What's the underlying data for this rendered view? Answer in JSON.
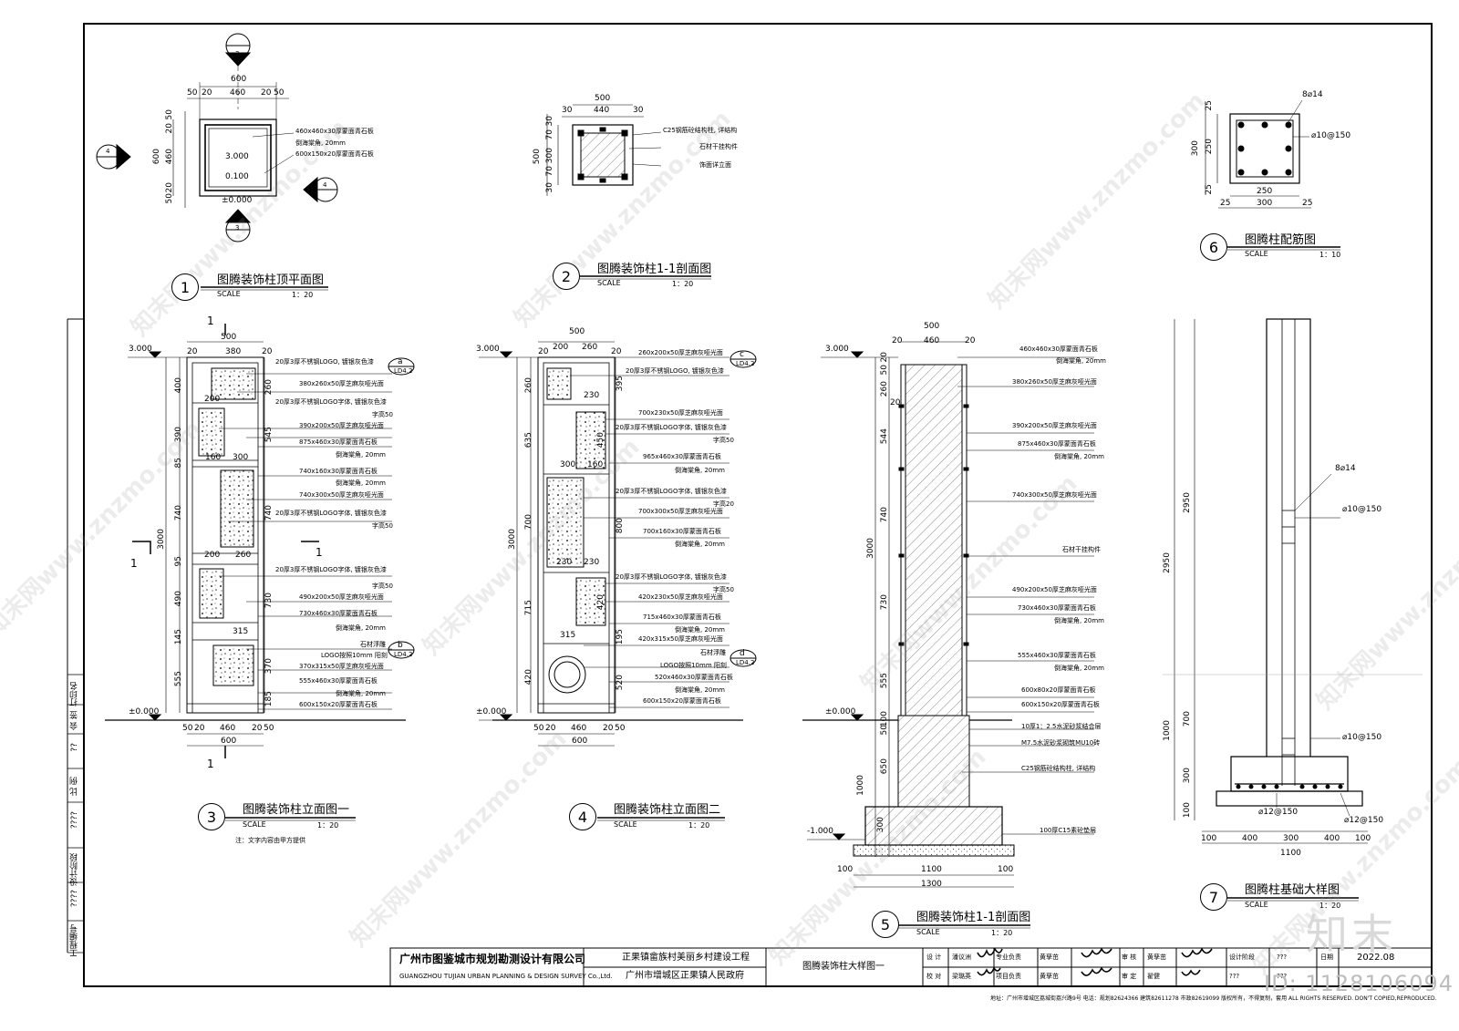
{
  "watermark": "知末网www.znzmo.com",
  "brand": {
    "logo": "知末",
    "id_label": "ID: 1128106094"
  },
  "footer_address": "地址：广州市增城区荔城街荔兴路9号 电话：规划82624366 建筑82611278 市政82619099 版权所有，不得复制，套用 ALL RIGHTS RESERVED. DON'T COPIED,REPRODUCED.",
  "title_block": {
    "company_cn": "广州市图鉴城市规划勘测设计有限公司",
    "company_en": "GUANGZHOU TUJIAN URBAN PLANNING & DESIGN SURVEY Co.,Ltd.",
    "project": "正果镇畲族村美丽乡村建设工程",
    "client": "广州市增城区正果镇人民政府",
    "drawing_title": "图腾装饰柱大样图一",
    "rows": [
      [
        "设 计",
        "潘议洲",
        "专业负责",
        "黄孳茁",
        "审 核",
        "黄孳茁",
        "设计阶段",
        "???"
      ],
      [
        "校 对",
        "梁璐英",
        "项目负责",
        "黄孳茁",
        "审 定",
        "翟健",
        "???",
        "???"
      ]
    ],
    "date_label": "日期",
    "date": "2022.08"
  },
  "side_column": [
    "工程编号",
    "????",
    "设计阶段",
    "????",
    "比 例",
    "??",
    "会 签",
    "打印名"
  ],
  "views": [
    {
      "num": "1",
      "title": "图腾装饰柱顶平面图",
      "scale_label": "SCALE",
      "scale": "1：20"
    },
    {
      "num": "2",
      "title": "图腾装饰柱1-1剖面图",
      "scale_label": "SCALE",
      "scale": "1：20"
    },
    {
      "num": "3",
      "title": "图腾装饰柱立面图一",
      "scale_label": "SCALE",
      "scale": "1：20",
      "note": "注：文字内容由甲方提供"
    },
    {
      "num": "4",
      "title": "图腾装饰柱立面图二",
      "scale_label": "SCALE",
      "scale": "1：20"
    },
    {
      "num": "5",
      "title": "图腾装饰柱1-1剖面图",
      "scale_label": "SCALE",
      "scale": "1：20"
    },
    {
      "num": "6",
      "title": "图腾柱配筋图",
      "scale_label": "SCALE",
      "scale": "1：10"
    },
    {
      "num": "7",
      "title": "图腾柱基础大样图",
      "scale_label": "SCALE",
      "scale": "1：20"
    }
  ],
  "plan": {
    "dims_top": [
      "600",
      "50",
      "20",
      "460",
      "20",
      "50"
    ],
    "dims_left": [
      "600",
      "460",
      "50",
      "20",
      "20",
      "50"
    ],
    "elevs": [
      "3.000",
      "0.100",
      "±0.000"
    ],
    "notes": [
      "460x460x30厚蒙面青石板",
      "倒海棠角, 20mm",
      "600x150x20厚蒙面青石板"
    ],
    "markers": [
      "3",
      "3",
      "4",
      "4"
    ]
  },
  "section_small": {
    "dims_top": [
      "500",
      "30",
      "440",
      "30"
    ],
    "dims_left": [
      "500",
      "30",
      "70",
      "300",
      "70",
      "30"
    ],
    "notes": [
      "C25钢筋砼结构柱, 详结构",
      "石材干挂构件",
      "饰面详立面"
    ]
  },
  "rebar": {
    "dims": [
      "25",
      "250",
      "25",
      "300",
      "250",
      "25",
      "300",
      "25"
    ],
    "notes": [
      "8⌀14",
      "⌀10@150"
    ]
  },
  "elev1": {
    "dims_top": [
      "500",
      "20",
      "380",
      "20"
    ],
    "left_dims": [
      "3000",
      "400",
      "390",
      "85",
      "740",
      "95",
      "490",
      "145",
      "555"
    ],
    "inner_dims": [
      "260",
      "545",
      "740",
      "730",
      "370",
      "185"
    ],
    "part_dims": [
      "200",
      "300",
      "160",
      "200",
      "260",
      "315"
    ],
    "bottom_dims": [
      "50",
      "20",
      "460",
      "20",
      "50",
      "600"
    ],
    "elevs": [
      "3.000",
      "±0.000"
    ],
    "section_marks": [
      "1",
      "1",
      "1",
      "1"
    ],
    "callouts": [
      "a",
      "b"
    ],
    "callout_ref": "LD4.2",
    "notes": [
      "20厚3厚不锈钢LOGO, 镀银灰色漆",
      "380x260x50厚芝麻灰哑光面",
      "20厚3厚不锈钢LOGO字体, 镀银灰色漆",
      "字高50",
      "390x200x50厚芝麻灰哑光面",
      "875x460x30厚蒙面青石板",
      "倒海棠角, 20mm",
      "740x160x30厚蒙面青石板",
      "倒海棠角, 20mm",
      "740x300x50厚芝麻灰哑光面",
      "20厚3厚不锈钢LOGO字体, 镀银灰色漆",
      "字高50",
      "20厚3厚不锈钢LOGO字体, 镀银灰色漆",
      "字高50",
      "490x200x50厚芝麻灰哑光面",
      "730x460x30厚蒙面青石板",
      "倒海棠角, 20mm",
      "石材浮雕",
      "LOGO按照10mm 阳刻",
      "370x315x50厚芝麻灰哑光面",
      "555x460x30厚蒙面青石板",
      "倒海棠角, 20mm",
      "600x150x20厚蒙面青石板"
    ]
  },
  "elev2": {
    "dims_top": [
      "500",
      "20",
      "200",
      "260",
      "20"
    ],
    "left_dims": [
      "3000",
      "260",
      "635",
      "700",
      "715",
      "420"
    ],
    "inner_dims": [
      "395",
      "450",
      "800",
      "420",
      "195",
      "520"
    ],
    "part_dims": [
      "230",
      "300",
      "160",
      "230",
      "230",
      "315"
    ],
    "bottom_dims": [
      "50",
      "20",
      "460",
      "20",
      "50",
      "600"
    ],
    "elevs": [
      "3.000",
      "±0.000"
    ],
    "callouts": [
      "c",
      "d"
    ],
    "callout_ref": "LD4.2",
    "notes": [
      "260x200x50厚芝麻灰哑光面",
      "20厚3厚不锈钢LOGO, 镀银灰色漆",
      "700x230x50厚芝麻灰哑光面",
      "20厚3厚不锈钢LOGO字体, 镀银灰色漆",
      "字高50",
      "965x460x30厚蒙面青石板",
      "倒海棠角, 20mm",
      "20厚3厚不锈钢LOGO字体, 镀银灰色漆",
      "字高20",
      "700x300x50厚芝麻灰哑光面",
      "700x160x30厚蒙面青石板",
      "倒海棠角, 20mm",
      "20厚3厚不锈钢LOGO字体, 镀银灰色漆",
      "字高50",
      "420x230x50厚芝麻灰哑光面",
      "715x460x30厚蒙面青石板",
      "倒海棠角, 20mm",
      "420x315x50厚芝麻灰哑光面",
      "石材浮雕",
      "LOGO按照10mm 阳刻",
      "520x460x30厚蒙面青石板",
      "倒海棠角, 20mm",
      "600x150x20厚蒙面青石板"
    ]
  },
  "section_big": {
    "dims_top": [
      "500",
      "20",
      "460",
      "20"
    ],
    "left_dims": [
      "3000",
      "20",
      "50",
      "260",
      "20",
      "544",
      "740",
      "730",
      "555",
      "100",
      "50",
      "650",
      "1000",
      "300"
    ],
    "bottom_dims": [
      "100",
      "1100",
      "100",
      "1300"
    ],
    "elevs": [
      "3.000",
      "±0.000",
      "-1.000"
    ],
    "notes": [
      "460x460x30厚蒙面青石板",
      "倒海棠角, 20mm",
      "380x260x50厚芝麻灰哑光面",
      "390x200x50厚芝麻灰哑光面",
      "875x460x30厚蒙面青石板",
      "倒海棠角, 20mm",
      "740x300x50厚芝麻灰哑光面",
      "石材干挂构件",
      "490x200x50厚芝麻灰哑光面",
      "730x460x30厚蒙面青石板",
      "倒海棠角, 20mm",
      "555x460x30厚蒙面青石板",
      "倒海棠角, 20mm",
      "600x80x20厚蒙面青石板",
      "600x150x20厚蒙面青石板",
      "10厚1：2.5水泥砂浆结合层",
      "M7.5水泥砂浆砌筑MU10砖",
      "C25钢筋砼结构柱, 详结构",
      "100厚C15素砼垫层"
    ]
  },
  "foundation": {
    "left_dims": [
      "2950",
      "2950",
      "1000",
      "700",
      "300",
      "100"
    ],
    "bottom_dims": [
      "100",
      "400",
      "300",
      "400",
      "100",
      "1100"
    ],
    "notes": [
      "8⌀14",
      "⌀10@150",
      "⌀10@150",
      "⌀12@150",
      "⌀12@150"
    ]
  }
}
